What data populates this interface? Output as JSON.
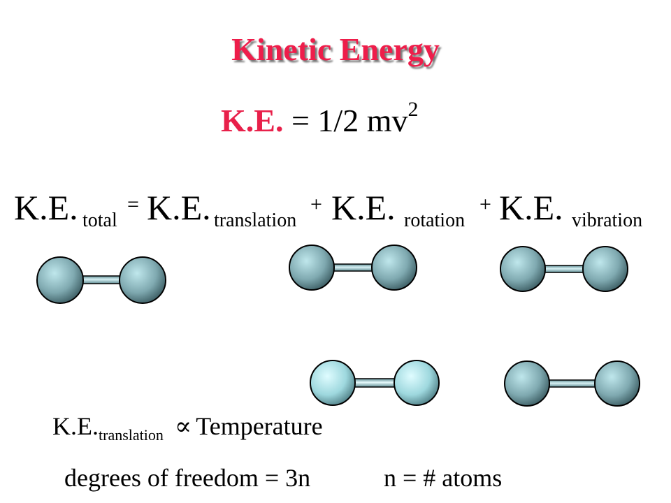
{
  "title": "Kinetic Energy",
  "formula": {
    "ke_label": "K.E.",
    "rhs": " = 1/2 mv",
    "exponent": "2"
  },
  "equation": {
    "ke_total": "K.E.",
    "sub_total": "total",
    "equals": "=",
    "ke_translation": "K.E.",
    "sub_translation": "translation",
    "plus1": "+",
    "ke_rotation": "K.E.",
    "sub_rotation": "rotation",
    "plus2": "+",
    "ke_vibration": "K.E.",
    "sub_vibration": "vibration"
  },
  "proportional": {
    "ke": "K.E.",
    "sub": "translation",
    "symbol": "∝",
    "rhs": "Temperature"
  },
  "dof": "degrees of freedom = 3n",
  "atoms": "n = # atoms",
  "colors": {
    "title": "#ee1d4a",
    "formula_label": "#e8204a",
    "atom_dark": "#3b5c62",
    "atom_light": "#bfe7ec",
    "atom_cyan_light": "#dffcff",
    "bond": "#9fd0d6"
  }
}
